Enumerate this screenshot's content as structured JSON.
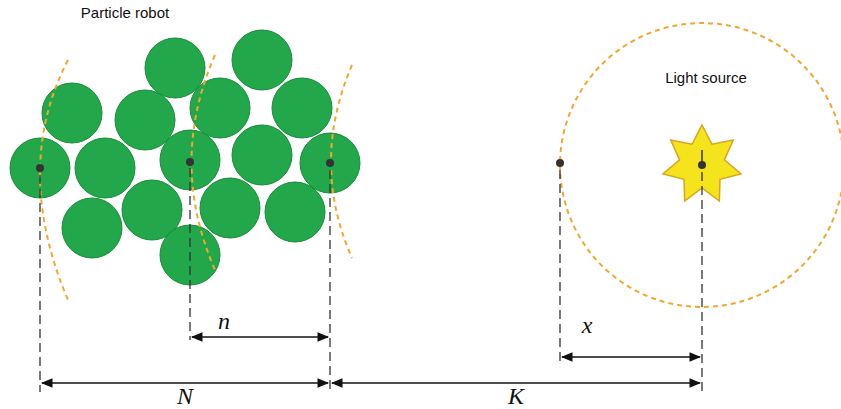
{
  "diagram": {
    "labels": [
      "Particle robot",
      "Light source",
      "n",
      "x",
      "N",
      "K"
    ]
  }
}
